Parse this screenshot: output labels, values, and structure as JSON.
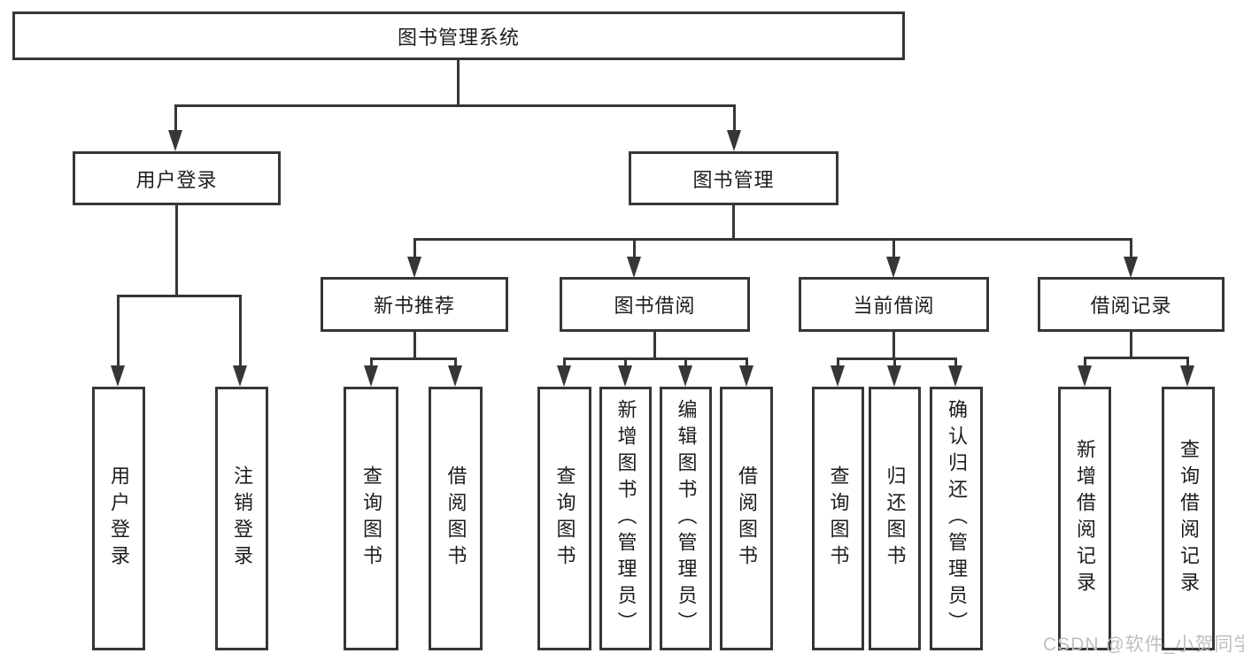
{
  "diagram": {
    "title": "图书管理系统",
    "branches": [
      {
        "label": "用户登录",
        "children": [
          {
            "label": "用户登录"
          },
          {
            "label": "注销登录"
          }
        ]
      },
      {
        "label": "图书管理",
        "children": [
          {
            "label": "新书推荐",
            "children": [
              {
                "label": "查询图书"
              },
              {
                "label": "借阅图书"
              }
            ]
          },
          {
            "label": "图书借阅",
            "children": [
              {
                "label": "查询图书"
              },
              {
                "label": "新增图书（管理员）"
              },
              {
                "label": "编辑图书（管理员）"
              },
              {
                "label": "借阅图书"
              }
            ]
          },
          {
            "label": "当前借阅",
            "children": [
              {
                "label": "查询图书"
              },
              {
                "label": "归还图书"
              },
              {
                "label": "确认归还（管理员）"
              }
            ]
          },
          {
            "label": "借阅记录",
            "children": [
              {
                "label": "新增借阅记录"
              },
              {
                "label": "查询借阅记录"
              }
            ]
          }
        ]
      }
    ]
  },
  "watermark": {
    "text": "CSDN @软件_小贺同学"
  },
  "colors": {
    "line": "#363636",
    "box_border": "#363636",
    "text": "#1d1d1d",
    "background": "#ffffff",
    "watermark": "#bfbfbf"
  }
}
